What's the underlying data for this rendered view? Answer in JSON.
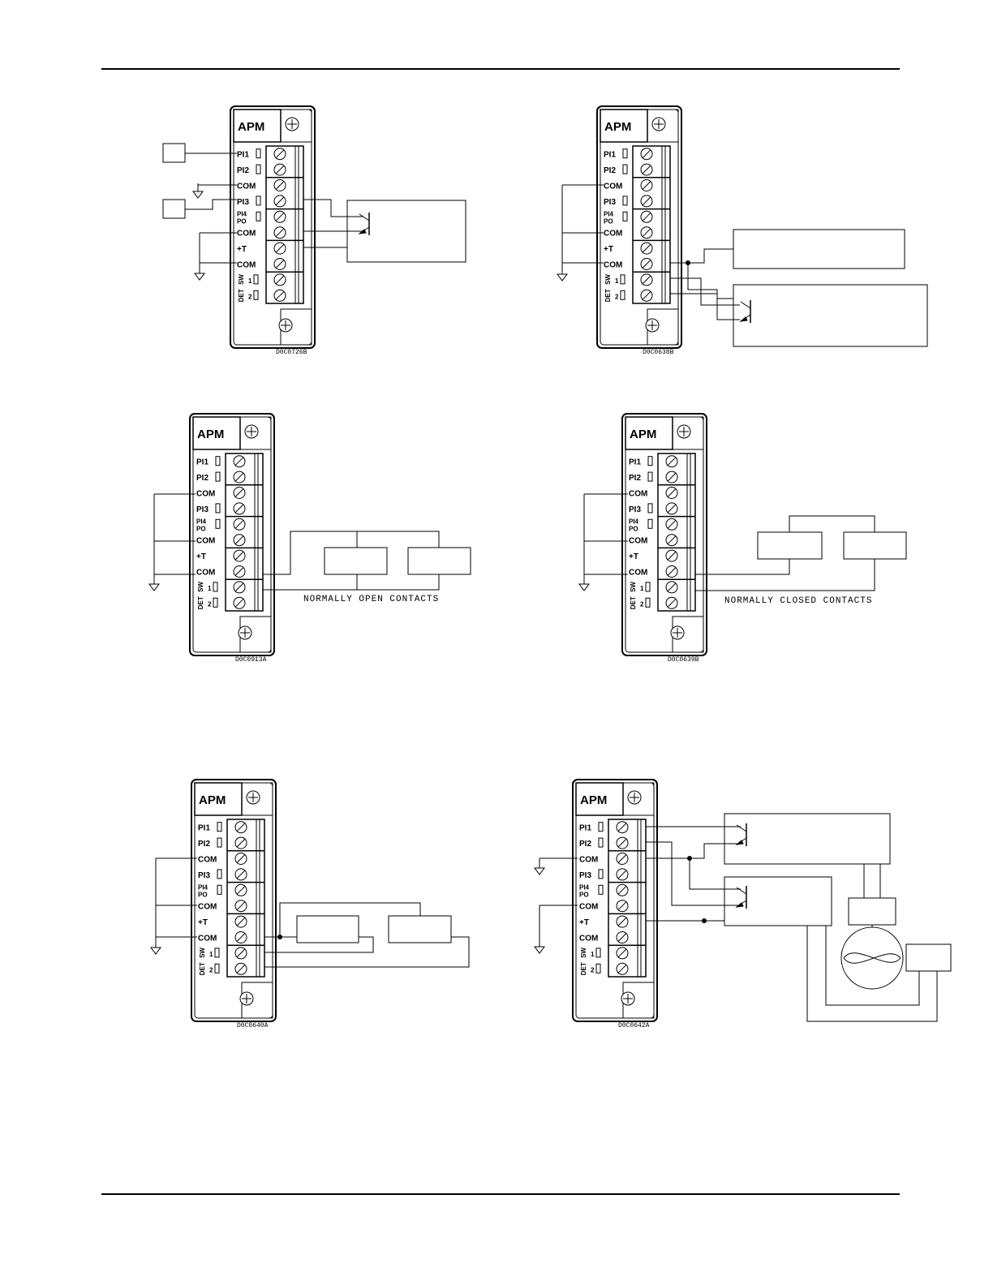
{
  "module_label": "APM",
  "pin_labels": [
    "PI1",
    "PI2",
    "COM",
    "PI3",
    "PI4",
    "PO",
    "COM",
    "+T",
    "COM",
    "SW",
    "1",
    "2",
    "DET"
  ],
  "captions": {
    "normally_open": "NORMALLY  OPEN  CONTACTS",
    "normally_closed": "NORMALLY  CLOSED  CONTACTS"
  },
  "drawing_codes": [
    "D0C0726B",
    "D0C0638B",
    "D0C0913A",
    "D0C0639B",
    "D0C0640A",
    "D0C0642A"
  ]
}
